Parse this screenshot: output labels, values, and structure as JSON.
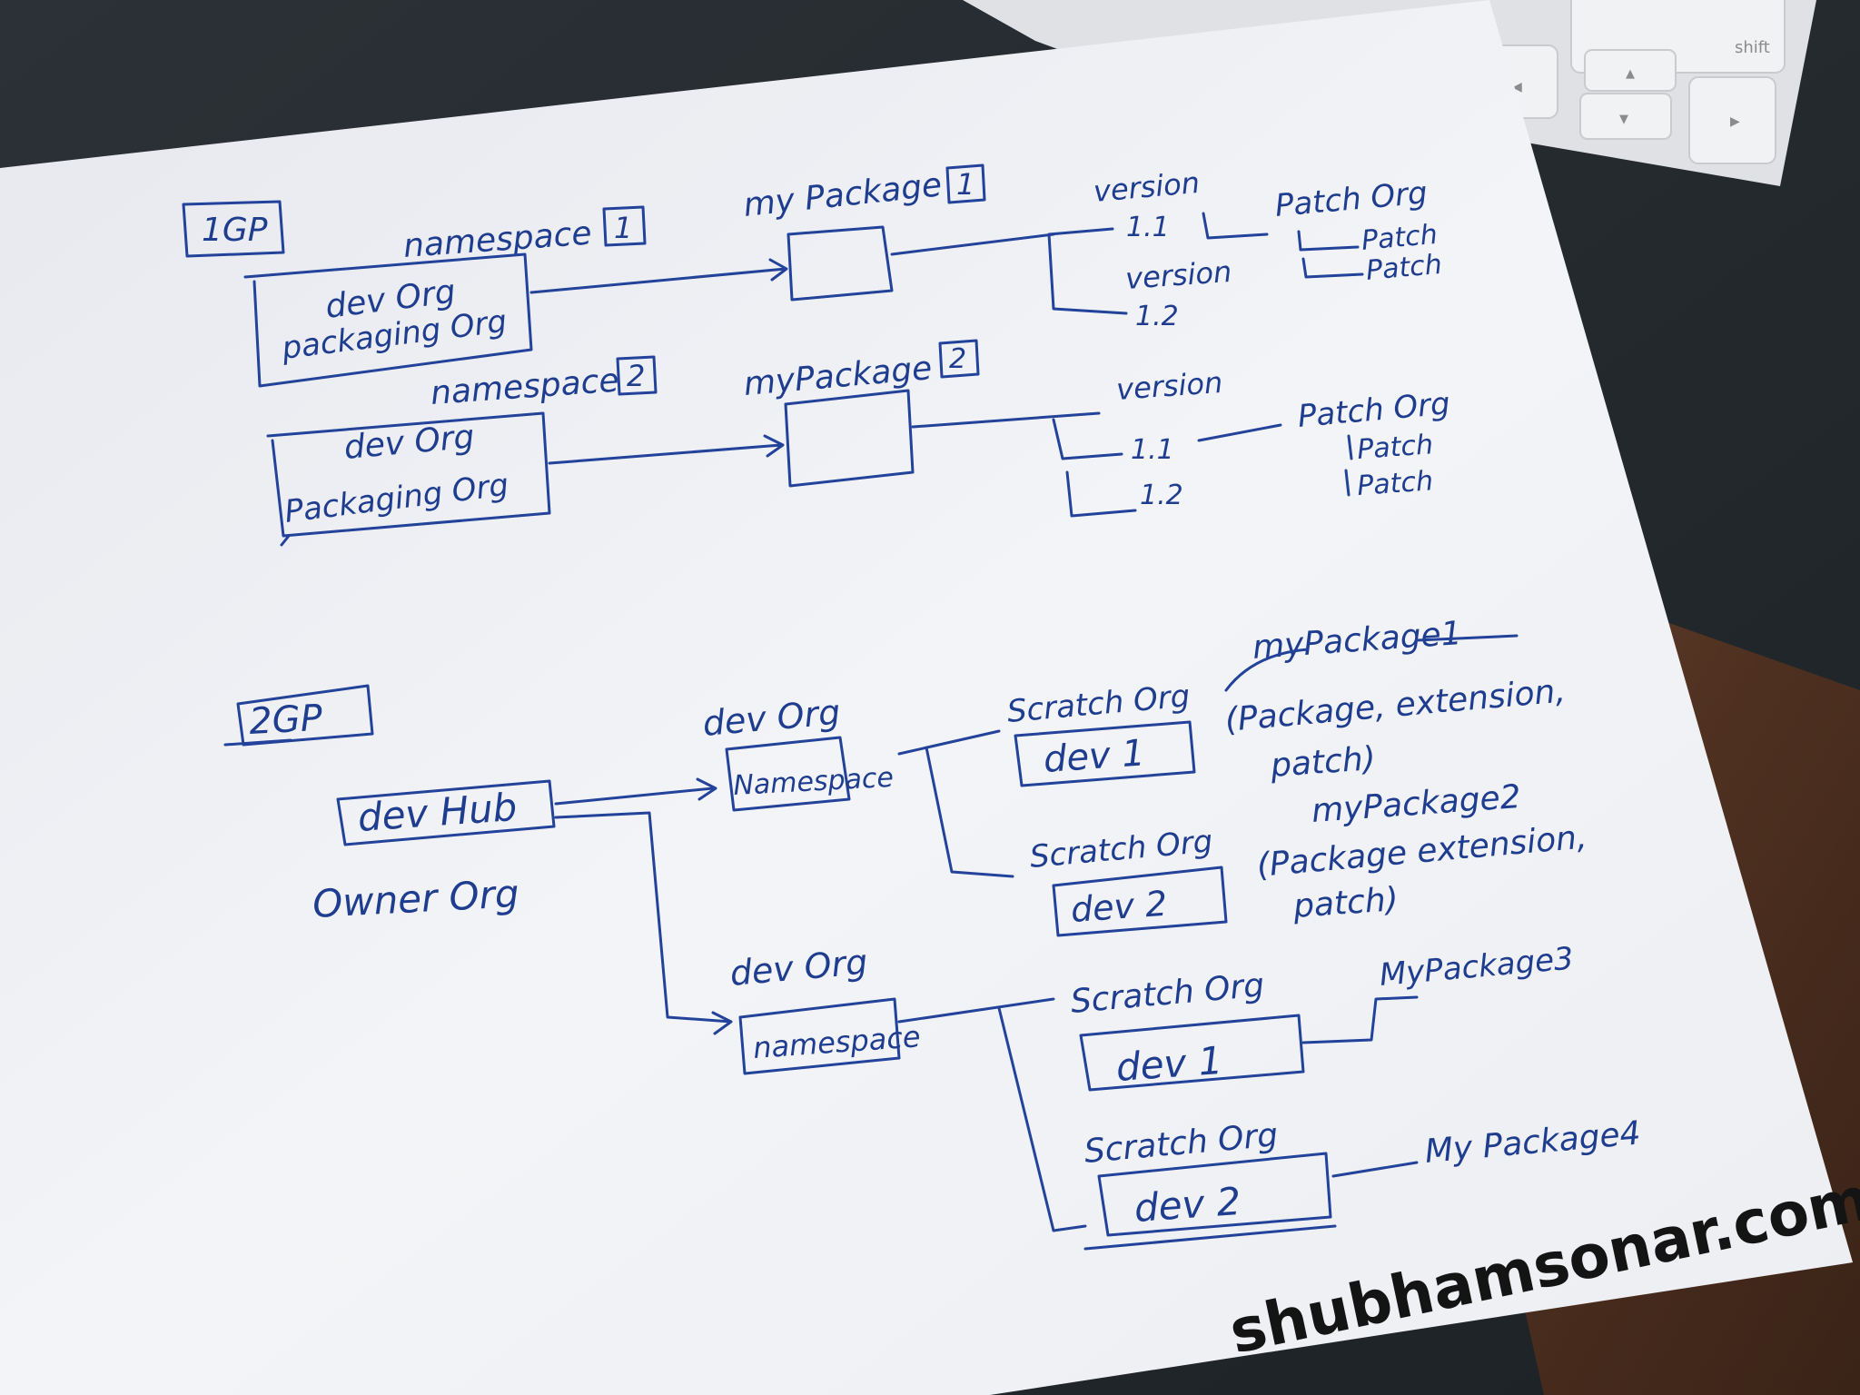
{
  "colors": {
    "ink": "#23429a",
    "paper": "#f1f2f6",
    "desk_wood": "#5a3a26",
    "laptop": "#262c31",
    "keyboard": "#e9eaec"
  },
  "keyboard": {
    "shift_key": "shift",
    "arrow_left": "◀",
    "arrow_up": "▲",
    "arrow_down": "▼",
    "arrow_right": "▶"
  },
  "diagram_1gp": {
    "label": "1GP",
    "row1": {
      "namespace": "namespace",
      "namespace_num": "1",
      "org_line1": "dev Org",
      "org_line2": "packaging Org",
      "package": "my Package",
      "package_num": "1",
      "version_top": "version",
      "version_top_num": "1.1",
      "version_bottom": "version",
      "version_bottom_num": "1.2",
      "patch_org": "Patch Org",
      "patch_1": "Patch",
      "patch_2": "Patch"
    },
    "row2": {
      "namespace": "namespace",
      "namespace_num": "2",
      "org_line1": "dev Org",
      "org_line2": "Packaging Org",
      "package": "myPackage",
      "package_num": "2",
      "version": "version",
      "version_1": "1.1",
      "version_2": "1.2",
      "patch_org": "Patch Org",
      "patch_1": "Patch",
      "patch_2": "Patch"
    }
  },
  "diagram_2gp": {
    "label": "2GP",
    "hub": "dev Hub",
    "owner": "Owner Org",
    "branch_top": {
      "dev_org": "dev Org",
      "namespace": "Namespace",
      "scratch_1": "Scratch Org",
      "dev_1": "dev 1",
      "pkg_1_name": "myPackage1",
      "pkg_1_line1": "(Package, extension,",
      "pkg_1_line2": "patch)",
      "scratch_2": "Scratch Org",
      "dev_2": "dev 2",
      "pkg_2_name": "myPackage2",
      "pkg_2_line1": "(Package extension,",
      "pkg_2_line2": "patch)"
    },
    "branch_bottom": {
      "dev_org": "dev Org",
      "namespace": "namespace",
      "scratch_1": "Scratch Org",
      "dev_1": "dev 1",
      "pkg_3": "MyPackage3",
      "scratch_2": "Scratch Org",
      "dev_2": "dev 2",
      "pkg_4": "My Package4"
    }
  },
  "watermark": "shubhamsonar.com"
}
